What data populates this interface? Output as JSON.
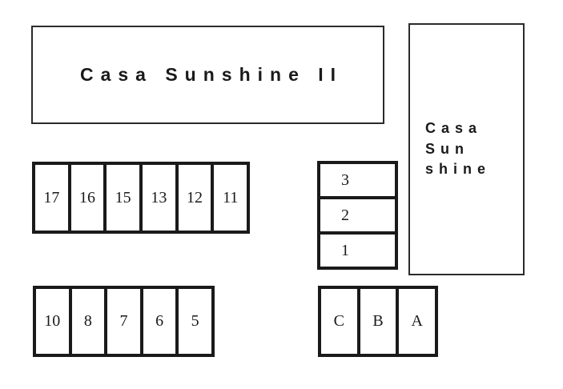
{
  "plan": {
    "title_box": {
      "label": "Casa Sunshine II"
    },
    "tower_box": {
      "line1": "Casa",
      "line2": "Sun",
      "line3": "shine"
    },
    "row_upper": {
      "units": [
        {
          "label": "17"
        },
        {
          "label": "16"
        },
        {
          "label": "15"
        },
        {
          "label": "13"
        },
        {
          "label": "12"
        },
        {
          "label": "11"
        }
      ]
    },
    "row_lower": {
      "units": [
        {
          "label": "10"
        },
        {
          "label": "8"
        },
        {
          "label": "7"
        },
        {
          "label": "6"
        },
        {
          "label": "5"
        }
      ]
    },
    "stack_numeric": {
      "units": [
        {
          "label": "3"
        },
        {
          "label": "2"
        },
        {
          "label": "1"
        }
      ]
    },
    "row_letters": {
      "units": [
        {
          "label": "C"
        },
        {
          "label": "B"
        },
        {
          "label": "A"
        }
      ]
    },
    "colors": {
      "background": "#ffffff",
      "outline": "#1a1a1a",
      "text": "#1a1a1a"
    }
  }
}
